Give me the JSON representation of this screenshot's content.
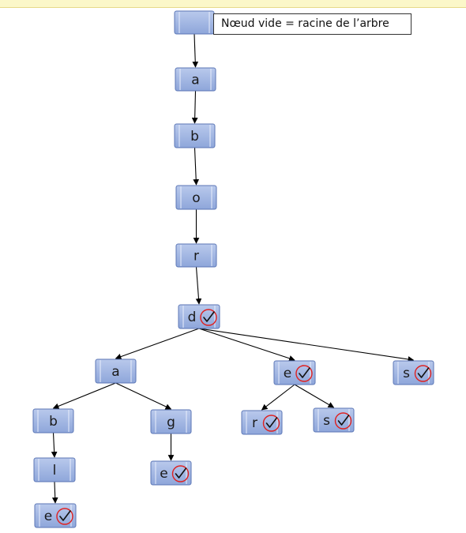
{
  "annotation": {
    "text": "Nœud vide = racine de l’arbre"
  },
  "nodes": [
    {
      "id": "root",
      "label": "",
      "terminal": false
    },
    {
      "id": "a1",
      "label": "a",
      "terminal": false
    },
    {
      "id": "b1",
      "label": "b",
      "terminal": false
    },
    {
      "id": "o1",
      "label": "o",
      "terminal": false
    },
    {
      "id": "r1",
      "label": "r",
      "terminal": false
    },
    {
      "id": "d1",
      "label": "d",
      "terminal": true
    },
    {
      "id": "a2",
      "label": "a",
      "terminal": false
    },
    {
      "id": "e1",
      "label": "e",
      "terminal": true
    },
    {
      "id": "s1",
      "label": "s",
      "terminal": true
    },
    {
      "id": "b2",
      "label": "b",
      "terminal": false
    },
    {
      "id": "g1",
      "label": "g",
      "terminal": false
    },
    {
      "id": "r2",
      "label": "r",
      "terminal": true
    },
    {
      "id": "s2",
      "label": "s",
      "terminal": true
    },
    {
      "id": "l1",
      "label": "l",
      "terminal": false
    },
    {
      "id": "e2",
      "label": "e",
      "terminal": true
    },
    {
      "id": "e3",
      "label": "e",
      "terminal": true
    }
  ],
  "edges": [
    [
      "root",
      "a1"
    ],
    [
      "a1",
      "b1"
    ],
    [
      "b1",
      "o1"
    ],
    [
      "o1",
      "r1"
    ],
    [
      "r1",
      "d1"
    ],
    [
      "d1",
      "a2"
    ],
    [
      "d1",
      "e1"
    ],
    [
      "d1",
      "s1"
    ],
    [
      "a2",
      "b2"
    ],
    [
      "a2",
      "g1"
    ],
    [
      "e1",
      "r2"
    ],
    [
      "e1",
      "s2"
    ],
    [
      "b2",
      "l1"
    ],
    [
      "l1",
      "e3"
    ],
    [
      "g1",
      "e2"
    ]
  ],
  "colors": {
    "node_fill_top": "#b9c9ec",
    "node_fill_bottom": "#8ea6da",
    "node_border": "#5b76b5",
    "edge": "#000000",
    "check_circle": "#e0201f",
    "check_mark": "#111111"
  },
  "icons": {
    "terminal_marker": "check-circle-icon"
  }
}
